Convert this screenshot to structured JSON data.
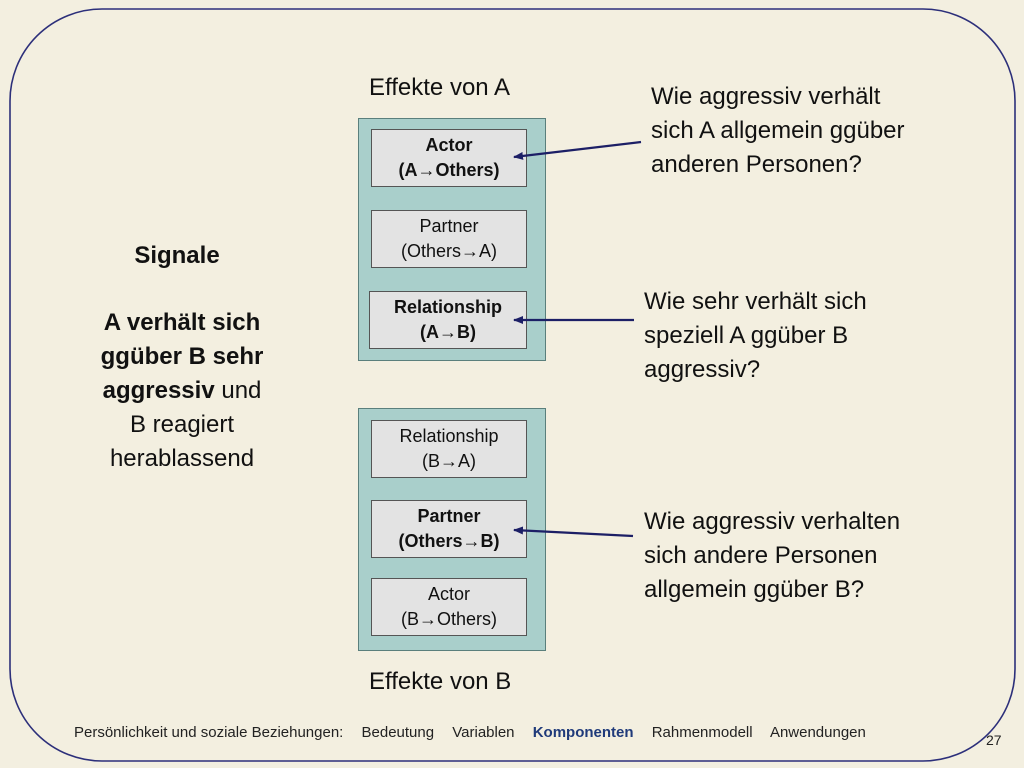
{
  "heading_a": "Effekte von A",
  "heading_b": "Effekte von B",
  "left": {
    "title": "Signale",
    "line1": "A verhält sich",
    "line2": "ggüber B sehr",
    "line3_bold": "aggressiv",
    "line3_rest": " und",
    "line4": "B reagiert",
    "line5": "herablassend"
  },
  "group_a": [
    {
      "line1": "Actor",
      "line2": "(A→Others)",
      "bold": true
    },
    {
      "line1": "Partner",
      "line2": "(Others→A)",
      "bold": false
    },
    {
      "line1": "Relationship",
      "line2": "(A→B)",
      "bold": true
    }
  ],
  "group_b": [
    {
      "line1": "Relationship",
      "line2": "(B→A)",
      "bold": false
    },
    {
      "line1": "Partner",
      "line2": "(Others→B)",
      "bold": true
    },
    {
      "line1": "Actor",
      "line2": "(B→Others)",
      "bold": false
    }
  ],
  "questions": {
    "q1": [
      "Wie aggressiv verhält",
      "sich A allgemein ggüber",
      "anderen Personen?"
    ],
    "q2": [
      "Wie sehr verhält sich",
      "speziell A ggüber B",
      "aggressiv?"
    ],
    "q3": [
      "Wie aggressiv verhalten",
      "sich andere Personen",
      "allgemein ggüber B?"
    ]
  },
  "footer": {
    "prefix": "Persönlichkeit und soziale Beziehungen:",
    "items": [
      "Bedeutung",
      "Variablen",
      "Komponenten",
      "Rahmenmodell",
      "Anwendungen"
    ],
    "active": "Komponenten"
  },
  "page_number": "27",
  "colors": {
    "background": "#f3efe0",
    "frame": "#2c2f7a",
    "group_box": "#a9cfcb",
    "component_box": "#e3e3e3",
    "arrow": "#1c1f66",
    "footer_active": "#1f3a7a"
  }
}
